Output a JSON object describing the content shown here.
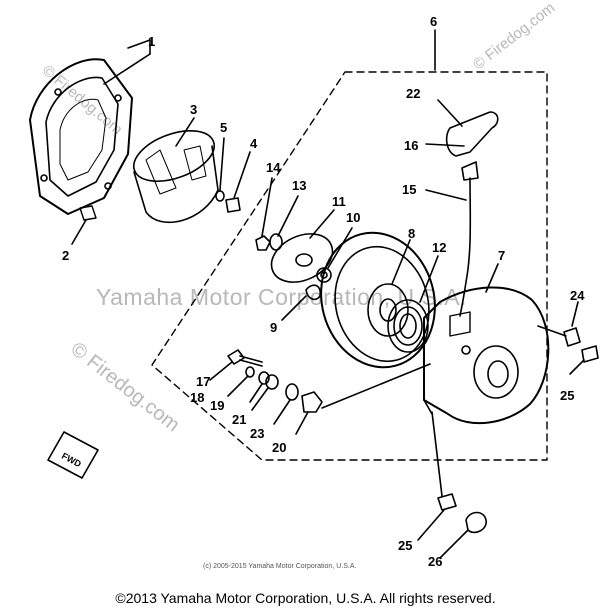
{
  "diagram": {
    "callouts": [
      "1",
      "2",
      "3",
      "4",
      "5",
      "6",
      "7",
      "8",
      "9",
      "10",
      "11",
      "12",
      "13",
      "14",
      "15",
      "16",
      "17",
      "18",
      "19",
      "20",
      "21",
      "22",
      "23",
      "24",
      "25",
      "25",
      "26"
    ]
  },
  "watermarks": {
    "center": "Yamaha Motor Corporation, U.S.A.",
    "left": "© Firedog.com",
    "top": "© Firedog.com",
    "right": "© Firedog.com"
  },
  "copyright_small": "(c) 2005-2015 Yamaha Motor Corporation, U.S.A.",
  "copyright_footer": "©2013 Yamaha Motor Corporation, U.S.A. All rights reserved.",
  "fwd_mark": "FWD"
}
